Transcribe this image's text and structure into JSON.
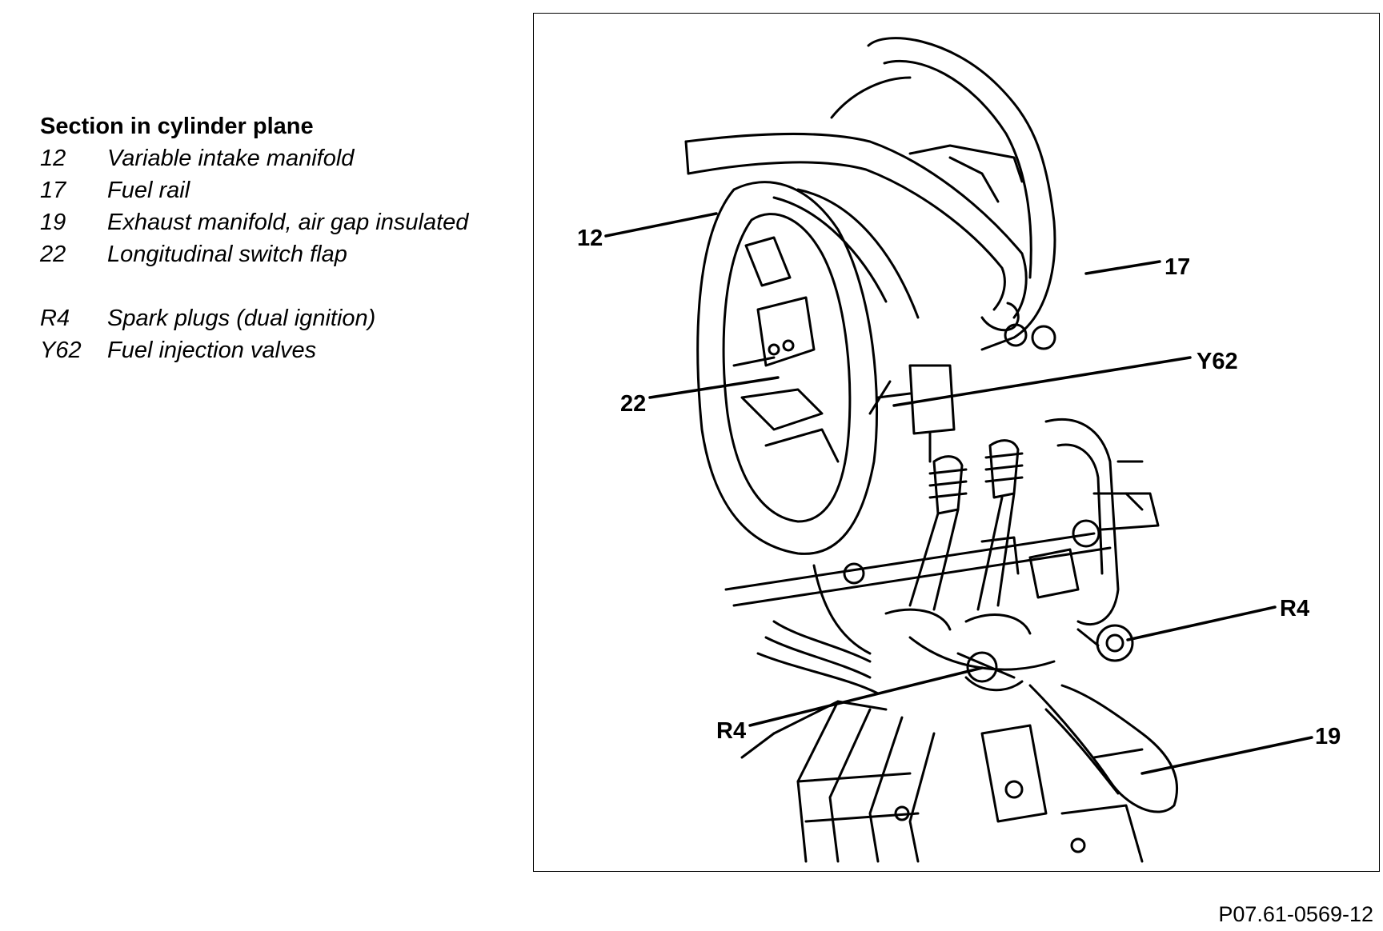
{
  "legend": {
    "title": "Section in cylinder plane",
    "items": [
      {
        "code": "12",
        "text": "Variable intake manifold"
      },
      {
        "code": "17",
        "text": "Fuel rail"
      },
      {
        "code": "19",
        "text": "Exhaust manifold, air gap insulated"
      },
      {
        "code": "22",
        "text": "Longitudinal switch flap"
      },
      {
        "code": "R4",
        "text": "Spark plugs (dual ignition)"
      },
      {
        "code": "Y62",
        "text": "Fuel injection valves"
      }
    ]
  },
  "callouts": {
    "c12": "12",
    "c17": "17",
    "y62": "Y62",
    "c22": "22",
    "r4_right": "R4",
    "r4_left": "R4",
    "c19": "19"
  },
  "figure_id": "P07.61-0569-12"
}
